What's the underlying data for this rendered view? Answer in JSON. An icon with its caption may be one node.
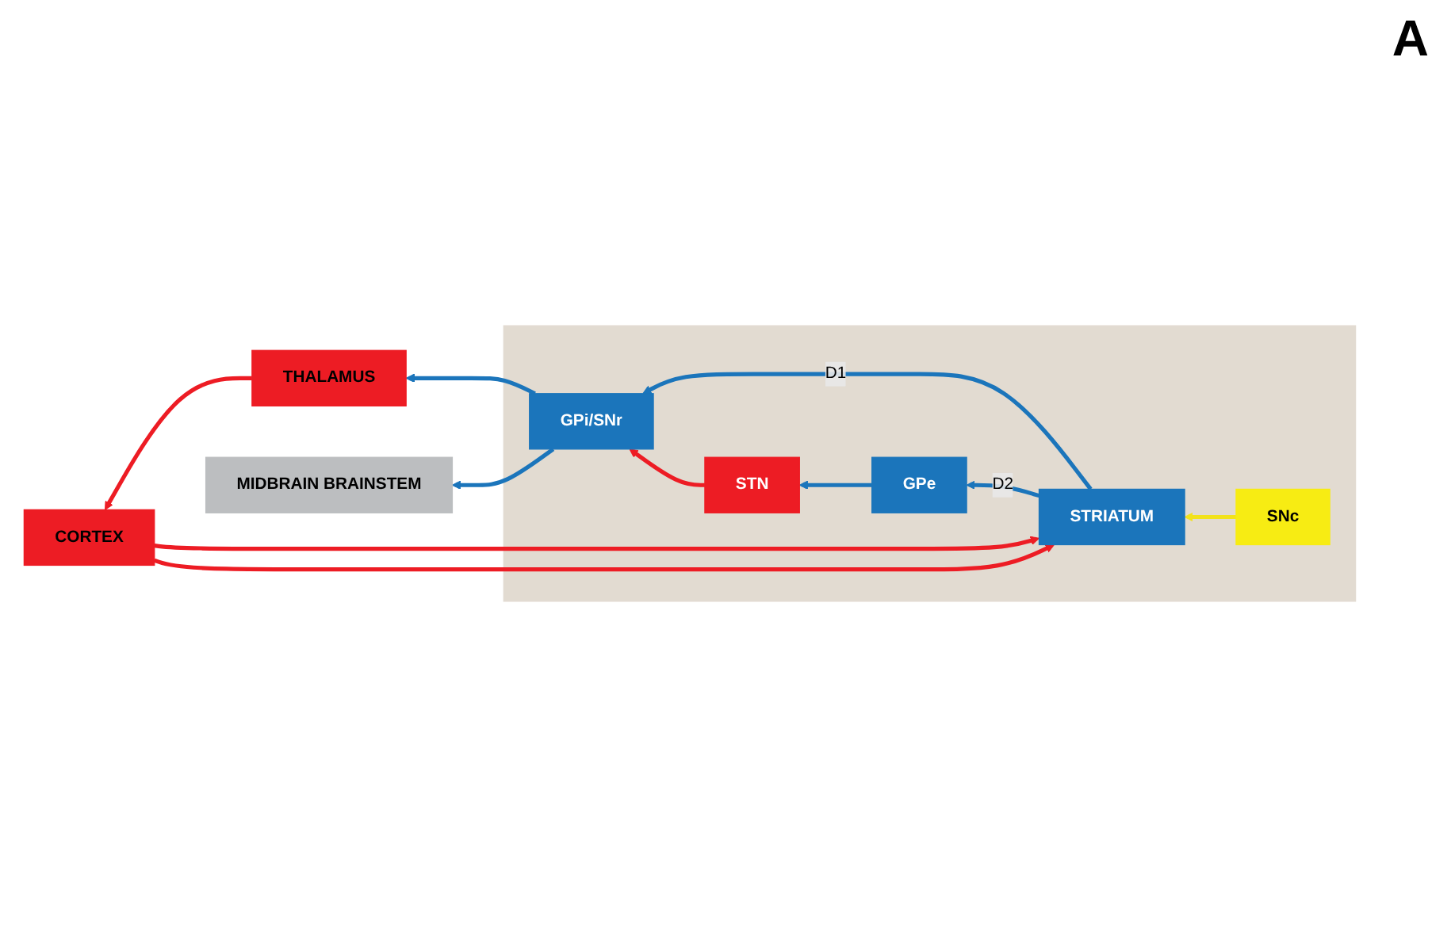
{
  "diagram": {
    "nodes": [
      {
        "text": [],
        "shape": "box"
      },
      {
        "text": [
          "SNc"
        ],
        "in": 0
      },
      {
        "text": [
          "STRIATUM"
        ],
        "in": 0
      },
      {
        "text": [
          "GPi/SNr"
        ],
        "in": 0
      },
      {
        "text": [
          "GPe"
        ],
        "in": 0
      },
      {
        "text": [
          "STN"
        ],
        "in": 0
      },
      {
        "text": [
          "CORTEX"
        ]
      },
      {
        "text": [
          "THALAMUS"
        ]
      },
      {
        "text": [
          "MIDBRAIN BRAINSTEM"
        ]
      }
    ],
    "edges": [
      {
        "from": 1,
        "to": 2,
        "arrow": "to",
        "color": "#f2e21b"
      },
      {
        "from": 6,
        "to": 2,
        "arrow": "to",
        "color": "#ed1c24"
      },
      {
        "from": 6,
        "to": 2,
        "arrow": "to",
        "color": "#ed1c24"
      },
      {
        "from": 2,
        "to": 3,
        "arrow": "to",
        "label": "D1"
      },
      {
        "from": 2,
        "to": 4,
        "arrow": "to",
        "label": "D2"
      },
      {
        "from": 4,
        "to": 5,
        "arrow": "to"
      },
      {
        "from": 5,
        "to": 3,
        "arrow": "to",
        "color": "#ed1c24"
      },
      {
        "from": 3,
        "to": 8,
        "arrow": "to"
      },
      {
        "from": 3,
        "to": 7,
        "arrow": "to"
      },
      {
        "from": 7,
        "to": 6,
        "arrow": "to",
        "color": "#ed1c24"
      }
    ],
    "labels": [
      "A"
    ]
  }
}
